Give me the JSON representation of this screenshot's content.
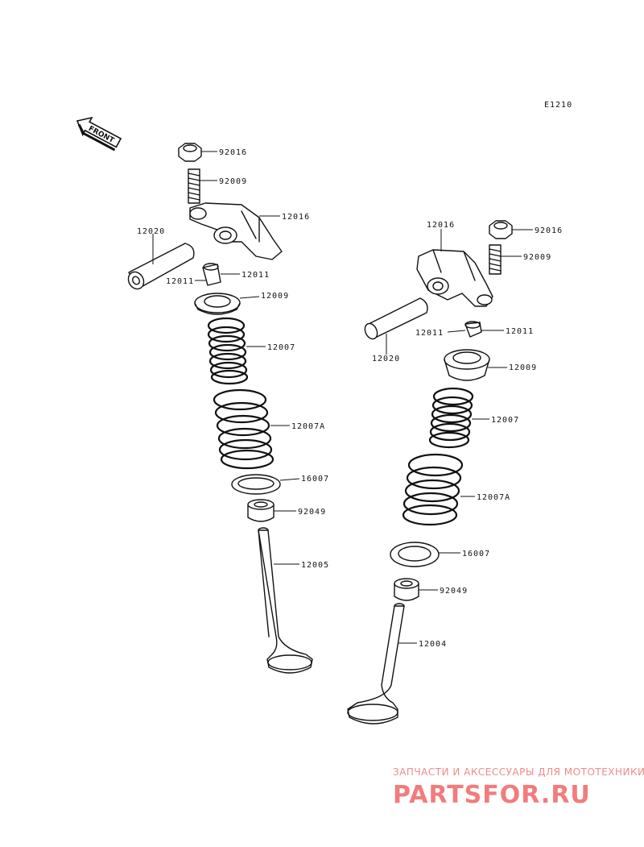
{
  "ref_code": "E1210",
  "front_label": "FRONT",
  "watermark": {
    "tagline": "ЗАПЧАСТИ И АКСЕССУАРЫ ДЛЯ МОТОТЕХНИКИ",
    "brand": "PARTSFOR.RU"
  },
  "callouts": {
    "left": {
      "nut": "92016",
      "screw": "92009",
      "rocker_arm": "12016",
      "rocker_shaft": "12020",
      "cotter": "12011",
      "cotter_b": "12011",
      "retainer": "12009",
      "inner_spring": "12007",
      "outer_spring": "12007A",
      "seat": "16007",
      "seal": "92049",
      "valve": "12005"
    },
    "right": {
      "rocker_arm": "12016",
      "nut": "92016",
      "screw": "92009",
      "cotter": "12011",
      "cotter_b": "12011",
      "rocker_shaft": "12020",
      "retainer": "12009",
      "inner_spring": "12007",
      "outer_spring": "12007A",
      "seat": "16007",
      "seal": "92049",
      "valve": "12004"
    }
  }
}
